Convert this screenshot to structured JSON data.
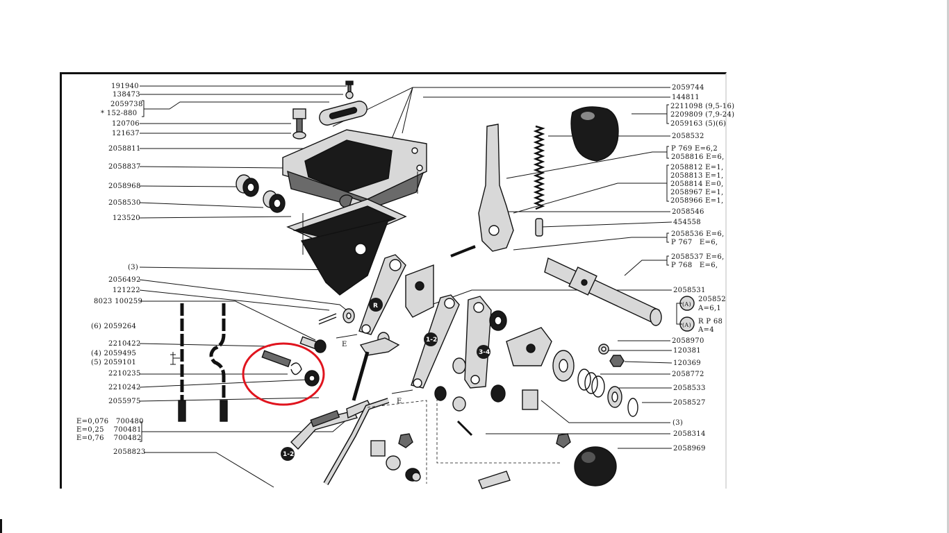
{
  "left_labels": [
    {
      "id": "l1",
      "text": "191940"
    },
    {
      "id": "l2",
      "text": "138473"
    },
    {
      "id": "l3",
      "text": "2059738"
    },
    {
      "id": "l4",
      "text": "* 152-880"
    },
    {
      "id": "l5",
      "text": "120706"
    },
    {
      "id": "l6",
      "text": "121637"
    },
    {
      "id": "l7",
      "text": "2058811"
    },
    {
      "id": "l8",
      "text": "2058837"
    },
    {
      "id": "l9",
      "text": "2058968"
    },
    {
      "id": "l10",
      "text": "2058530"
    },
    {
      "id": "l11",
      "text": "123520"
    },
    {
      "id": "l12",
      "text": "(3)"
    },
    {
      "id": "l13",
      "text": "2056492"
    },
    {
      "id": "l14",
      "text": "121222"
    },
    {
      "id": "l15",
      "text": "8023 100259"
    },
    {
      "id": "l16",
      "text": "(6) 2059264"
    },
    {
      "id": "l17",
      "text": "2210422"
    },
    {
      "id": "l18",
      "text": "(4) 2059495"
    },
    {
      "id": "l19",
      "text": "(5) 2059101"
    },
    {
      "id": "l20",
      "text": "2210235"
    },
    {
      "id": "l21",
      "text": "2210242"
    },
    {
      "id": "l22",
      "text": "2055975"
    },
    {
      "id": "l23",
      "text": "E=0,076   700480"
    },
    {
      "id": "l24",
      "text": "E=0,25    700481"
    },
    {
      "id": "l25",
      "text": "E=0,76    700482"
    },
    {
      "id": "l26",
      "text": "2058823"
    }
  ],
  "right_labels": [
    {
      "id": "r1",
      "text": "2059744"
    },
    {
      "id": "r2",
      "text": "144811"
    },
    {
      "id": "r3",
      "text": "2211098 (9,5-16)"
    },
    {
      "id": "r4",
      "text": "2209809 (7,9-24)"
    },
    {
      "id": "r5",
      "text": "2059163 (5)(6)"
    },
    {
      "id": "r6",
      "text": "2058532"
    },
    {
      "id": "r7",
      "text": "P 769  E=6,2"
    },
    {
      "id": "r8",
      "text": "2058816 E=6,"
    },
    {
      "id": "r9",
      "text": "2058812 E=1,"
    },
    {
      "id": "r10",
      "text": "2058813 E=1,"
    },
    {
      "id": "r11",
      "text": "2058814 E=0,"
    },
    {
      "id": "r12",
      "text": "2058967 E=1,"
    },
    {
      "id": "r13",
      "text": "2058966 E=1,"
    },
    {
      "id": "r14",
      "text": "2058546"
    },
    {
      "id": "r15",
      "text": "454558"
    },
    {
      "id": "r16",
      "text": "2058536 E=6,"
    },
    {
      "id": "r17",
      "text": "P 767   E=6,"
    },
    {
      "id": "r18",
      "text": "2058537 E=6,"
    },
    {
      "id": "r19",
      "text": "P 768   E=6,"
    },
    {
      "id": "r20",
      "text": "2058531"
    },
    {
      "id": "r21",
      "text": "205852"
    },
    {
      "id": "r22",
      "text": "A=6,1"
    },
    {
      "id": "r23",
      "text": "R P 68"
    },
    {
      "id": "r24",
      "text": "A=4"
    },
    {
      "id": "r25",
      "text": "2058970"
    },
    {
      "id": "r26",
      "text": "120381"
    },
    {
      "id": "r27",
      "text": "120369"
    },
    {
      "id": "r28",
      "text": "2058772"
    },
    {
      "id": "r29",
      "text": "2058533"
    },
    {
      "id": "r30",
      "text": "2058527"
    },
    {
      "id": "r31",
      "text": "(3)"
    },
    {
      "id": "r32",
      "text": "2058314"
    },
    {
      "id": "r33",
      "text": "2058969"
    }
  ],
  "gear_badges": [
    {
      "id": "b1",
      "text": "R"
    },
    {
      "id": "b2",
      "text": "1-2"
    },
    {
      "id": "b3",
      "text": "3-4"
    },
    {
      "id": "b4",
      "text": "1-2"
    }
  ],
  "dimension_marks": [
    {
      "id": "e1",
      "text": "E"
    },
    {
      "id": "e2",
      "text": "E"
    }
  ],
  "annotation": {
    "circle_color": "#e0141e"
  }
}
